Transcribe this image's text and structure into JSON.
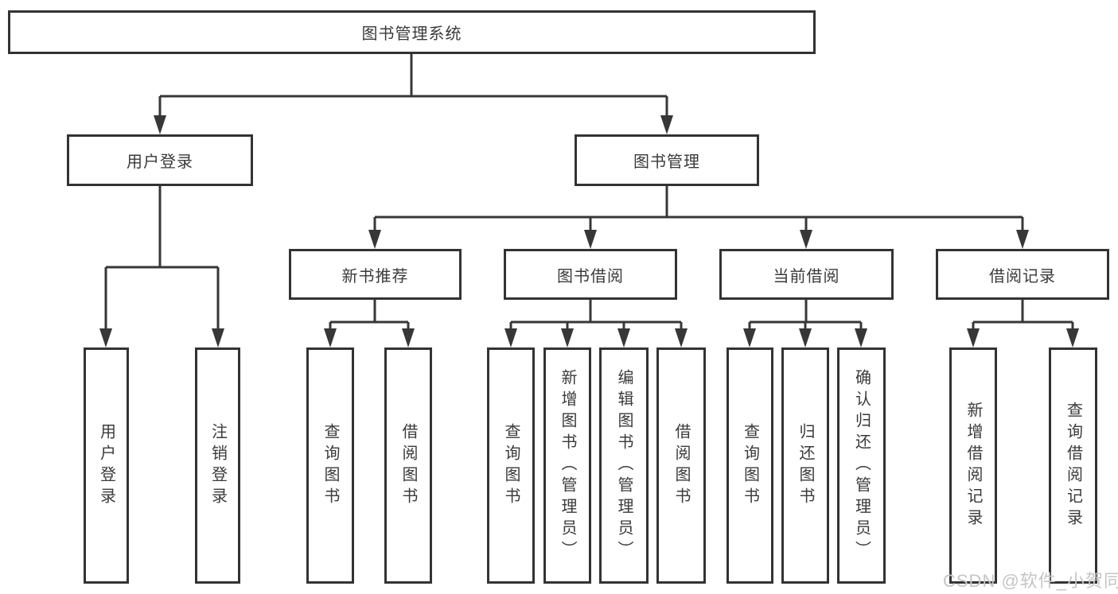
{
  "tree": {
    "label": "图书管理系统",
    "children": [
      {
        "label": "用户登录",
        "children": [
          {
            "label": "用户登录"
          },
          {
            "label": "注销登录"
          }
        ]
      },
      {
        "label": "图书管理",
        "children": [
          {
            "label": "新书推荐",
            "children": [
              {
                "label": "查询图书"
              },
              {
                "label": "借阅图书"
              }
            ]
          },
          {
            "label": "图书借阅",
            "children": [
              {
                "label": "查询图书"
              },
              {
                "label": "新增图书（管理员）"
              },
              {
                "label": "编辑图书（管理员）"
              },
              {
                "label": "借阅图书"
              }
            ]
          },
          {
            "label": "当前借阅",
            "children": [
              {
                "label": "查询图书"
              },
              {
                "label": "归还图书"
              },
              {
                "label": "确认归还（管理员）"
              }
            ]
          },
          {
            "label": "借阅记录",
            "children": [
              {
                "label": "新增借阅记录"
              },
              {
                "label": "查询借阅记录"
              }
            ]
          }
        ]
      }
    ]
  },
  "watermark": {
    "text": "CSDN @软件_小贺同学"
  },
  "colors": {
    "line": "#373737",
    "box_border": "#333333",
    "text": "#3a3a3a",
    "watermark": "#c5c5c5",
    "background": "#ffffff"
  }
}
